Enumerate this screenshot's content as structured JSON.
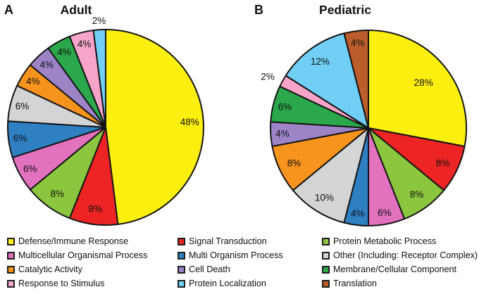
{
  "chart_data": [
    {
      "type": "pie",
      "panel": "A",
      "title": "Adult",
      "direction": "clockwise",
      "start_angle_deg": 0,
      "center": [
        150,
        181
      ],
      "radius": 139,
      "labels": [
        "Defense/Immune Response",
        "Signal Transduction",
        "Protein Metabolic Process",
        "Multicellular Organismal Process",
        "Multi Organism Process",
        "Other (Including: Receptor Complex)",
        "Catalytic Activity",
        "Cell Death",
        "Membrane/Cellular Component",
        "Response to Stimulus",
        "Protein Localization"
      ],
      "values": [
        48,
        8,
        8,
        6,
        6,
        6,
        4,
        4,
        4,
        4,
        2
      ],
      "value_labels": [
        "48%",
        "8%",
        "8%",
        "6%",
        "6%",
        "6%",
        "4%",
        "4%",
        "4%",
        "4%",
        "2%"
      ],
      "colors": [
        "#FDF011",
        "#EC2424",
        "#8CC63E",
        "#E272BE",
        "#2F80C3",
        "#D3D4D6",
        "#F7941E",
        "#9C84C7",
        "#2BA84B",
        "#F6A5C9",
        "#71CFF6"
      ]
    },
    {
      "type": "pie",
      "panel": "B",
      "title": "Pediatric",
      "direction": "clockwise",
      "start_angle_deg": 0,
      "center": [
        523,
        182
      ],
      "radius": 139,
      "labels": [
        "Defense/Immune Response",
        "Signal Transduction",
        "Protein Metabolic Process",
        "Multicellular Organismal Process",
        "Multi Organism Process",
        "Other (Including: Receptor Complex)",
        "Catalytic Activity",
        "Cell Death",
        "Membrane/Cellular Component",
        "Response to Stimulus",
        "Protein Localization",
        "Translation"
      ],
      "values": [
        28,
        8,
        8,
        6,
        4,
        10,
        8,
        4,
        6,
        2,
        12,
        4
      ],
      "value_labels": [
        "28%",
        "8%",
        "8%",
        "6%",
        "4%",
        "10%",
        "8%",
        "4%",
        "6%",
        "2%",
        "12%",
        "4%"
      ],
      "colors": [
        "#FDF011",
        "#EC2424",
        "#8CC63E",
        "#E272BE",
        "#2F80C3",
        "#D3D4D6",
        "#F7941E",
        "#9C84C7",
        "#2BA84B",
        "#F6A5C9",
        "#71CFF6",
        "#BC5E2B"
      ]
    }
  ],
  "legend": {
    "columns": [
      [
        {
          "label": "Defense/Immune Response",
          "color": "#FDF011"
        },
        {
          "label": "Multicellular Organismal Process",
          "color": "#E272BE"
        },
        {
          "label": "Catalytic Activity",
          "color": "#F7941E"
        },
        {
          "label": "Response to Stimulus",
          "color": "#F6A5C9"
        }
      ],
      [
        {
          "label": "Signal Transduction",
          "color": "#EC2424"
        },
        {
          "label": "Multi Organism Process",
          "color": "#2F80C3"
        },
        {
          "label": "Cell Death",
          "color": "#9C84C7"
        },
        {
          "label": "Protein Localization",
          "color": "#71CFF6"
        }
      ],
      [
        {
          "label": "Protein Metabolic Process",
          "color": "#8CC63E"
        },
        {
          "label": "Other (Including: Receptor Complex)",
          "color": "#D3D4D6"
        },
        {
          "label": "Membrane/Cellular Component",
          "color": "#2BA84B"
        },
        {
          "label": "Translation",
          "color": "#BC5E2B"
        }
      ]
    ]
  },
  "style": {
    "slice_stroke": "#141414",
    "text_color": "#0f0f0f"
  }
}
